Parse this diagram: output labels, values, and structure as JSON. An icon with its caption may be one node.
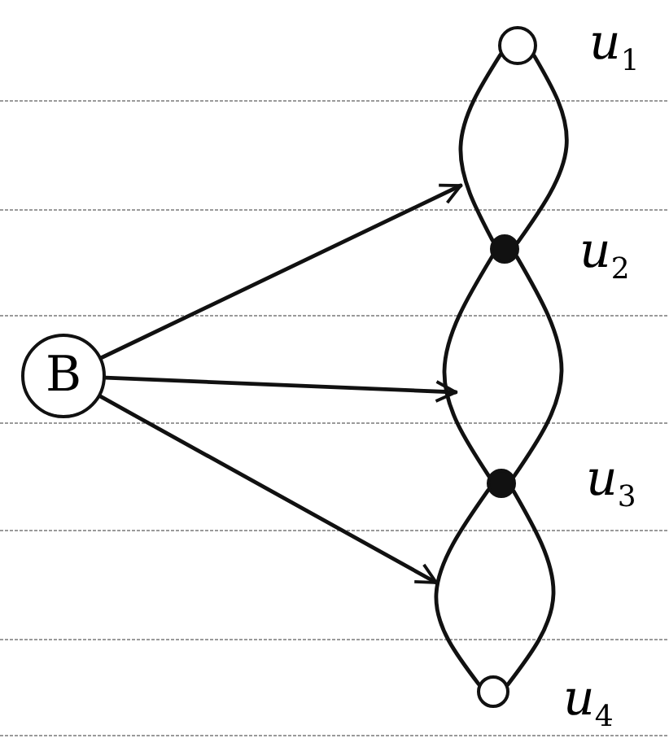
{
  "diagram": {
    "nodes": [
      {
        "text": [
          "B"
        ]
      },
      {
        "text": [],
        "shape": "circle",
        "beside": [
          "u$_{1}$"
        ]
      },
      {
        "text": [],
        "shape": "dot",
        "beside": [
          "u$_{2}$"
        ]
      },
      {
        "text": [],
        "shape": "dot",
        "beside": [
          "u$_{3}$"
        ]
      },
      {
        "text": [],
        "shape": "circle",
        "beside": [
          "u$_{4}$"
        ]
      }
    ],
    "edges": [
      {
        "from": 1,
        "to": 2,
        "arrow": "none"
      },
      {
        "from": 1,
        "to": 2,
        "arrow": "none"
      },
      {
        "from": 2,
        "to": 3,
        "arrow": "none"
      },
      {
        "from": 2,
        "to": 3,
        "arrow": "none"
      },
      {
        "from": 3,
        "to": 4,
        "arrow": "none"
      },
      {
        "from": 3,
        "to": 4,
        "arrow": "none"
      },
      {
        "from": 0,
        "to": null,
        "arrow": "to"
      },
      {
        "from": 0,
        "to": null,
        "arrow": "to"
      },
      {
        "from": 0,
        "to": null,
        "arrow": "to"
      }
    ]
  }
}
